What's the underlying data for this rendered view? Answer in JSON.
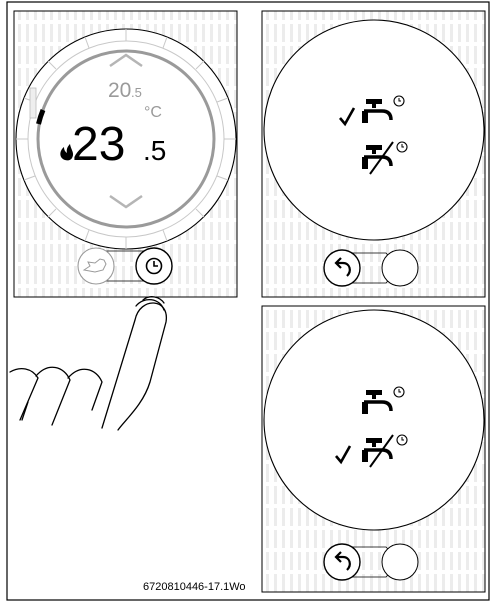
{
  "thermostat": {
    "set_value": "20",
    "set_decimal": ".5",
    "unit": "°C",
    "current_value": "23",
    "current_decimal": ".5"
  },
  "figure_id": "6720810446-17.1Wo",
  "colors": {
    "line": "#000000",
    "ring": "#9a9a9a",
    "light_gray": "#c8c8c8",
    "hatch": "#e6e6e6"
  },
  "icons": {
    "manual_mode": "hand-icon",
    "clock_mode": "clock-icon",
    "back": "back-arrow-icon",
    "dhw_on": "tap-clock-icon",
    "dhw_off": "tap-crossed-clock-icon",
    "selected": "checkmark-icon",
    "flame": "flame-icon",
    "finger": "pointing-finger-icon"
  }
}
